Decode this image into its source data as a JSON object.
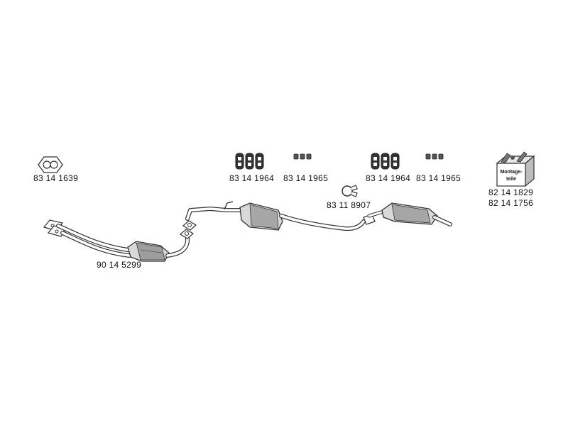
{
  "colors": {
    "stroke": "#333333",
    "fill_light": "#e8e8e8",
    "fill_mid": "#bdbdbd",
    "fill_dark": "#555555",
    "text": "#111111",
    "background": "#ffffff"
  },
  "icons": {
    "gasket_flange": "gasket-icon",
    "rubber_hanger": "rubber-hanger-icon",
    "small_clamp": "clamp-icon",
    "pipe_clamp_ring": "pipe-clamp-icon",
    "mounting_kit_box": "mounting-kit-box-icon"
  },
  "parts": {
    "front_gasket": "83 14 1639",
    "hanger_set_1": "83 14 1964",
    "clamp_set_1": "83 14 1965",
    "hanger_set_2": "83 14 1964",
    "clamp_set_2": "83 14 1965",
    "pipe_clamp": "83 11 8907",
    "mounting_kit_a": "82 14 1829",
    "mounting_kit_b": "82 14 1756",
    "front_pipe_catalyst": "90 14 5299"
  },
  "box_label": "Montage-teile"
}
